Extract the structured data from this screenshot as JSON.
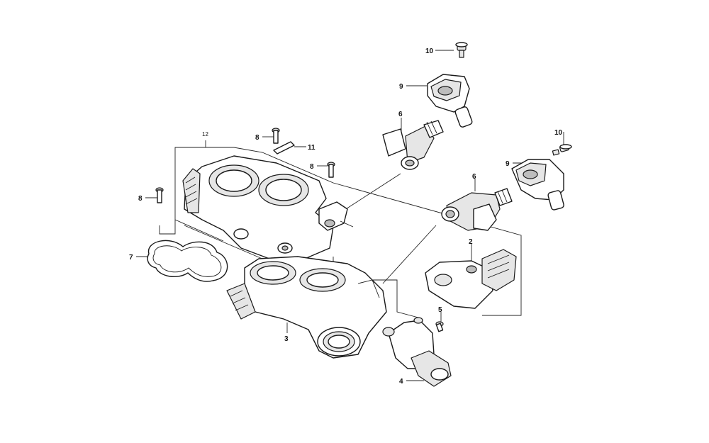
{
  "callouts": {
    "c2": "2",
    "c3": "3",
    "c4": "4",
    "c5": "5",
    "c6a": "6",
    "c6b": "6",
    "c7": "7",
    "c8a": "8",
    "c8b": "8",
    "c8c": "8",
    "c9a": "9",
    "c9b": "9",
    "c10a": "10",
    "c10b": "10",
    "c11": "11",
    "c12": "12"
  }
}
